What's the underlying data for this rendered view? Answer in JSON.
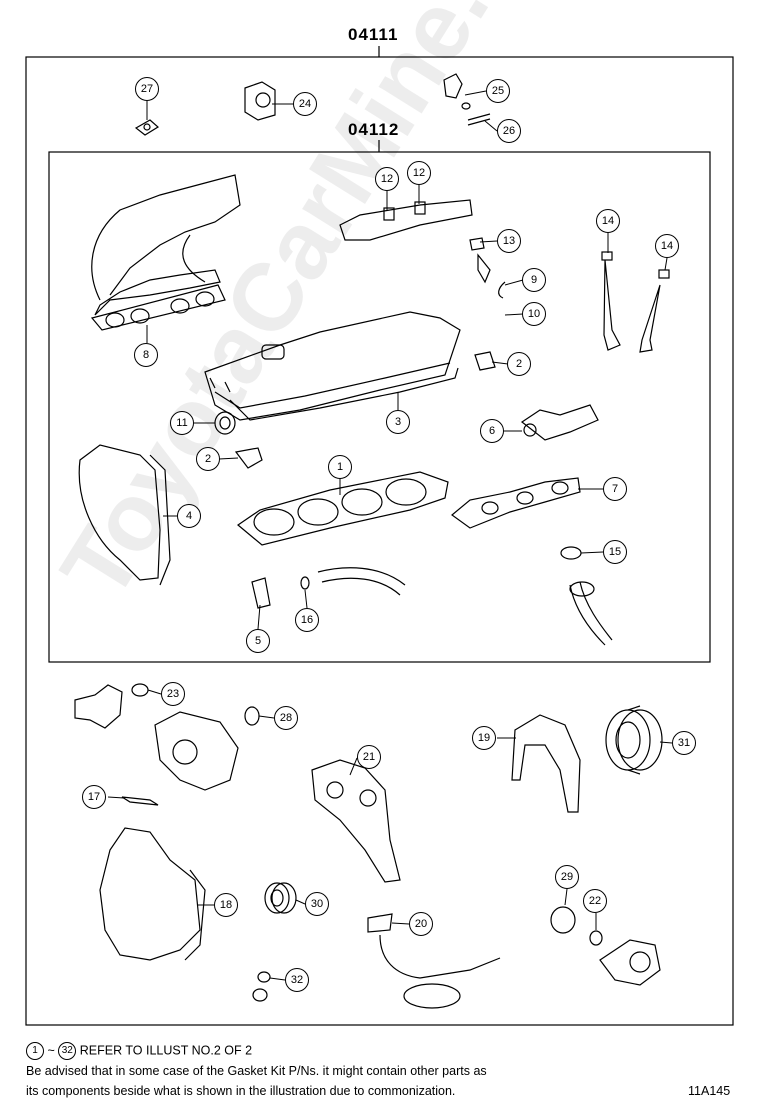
{
  "diagram": {
    "outer_code": "04111",
    "inner_code": "04112",
    "callouts": [
      "1",
      "2",
      "2",
      "3",
      "4",
      "5",
      "6",
      "7",
      "8",
      "9",
      "10",
      "11",
      "12",
      "12",
      "13",
      "14",
      "14",
      "15",
      "16",
      "17",
      "18",
      "19",
      "20",
      "21",
      "22",
      "23",
      "24",
      "25",
      "26",
      "27",
      "28",
      "29",
      "30",
      "31",
      "32"
    ],
    "watermark": "ToyotaCarMine.ru"
  },
  "footer": {
    "ref_start": "1",
    "ref_tilde": "~",
    "ref_end": "32",
    "ref_text": "REFER TO ILLUST NO.2 OF 2",
    "notice_line1": "Be advised that in some case of the Gasket Kit P/Ns.  it might contain other parts as",
    "notice_line2": "its components beside what is shown in the illustration due to commonization.",
    "illust_id": "11A145"
  }
}
